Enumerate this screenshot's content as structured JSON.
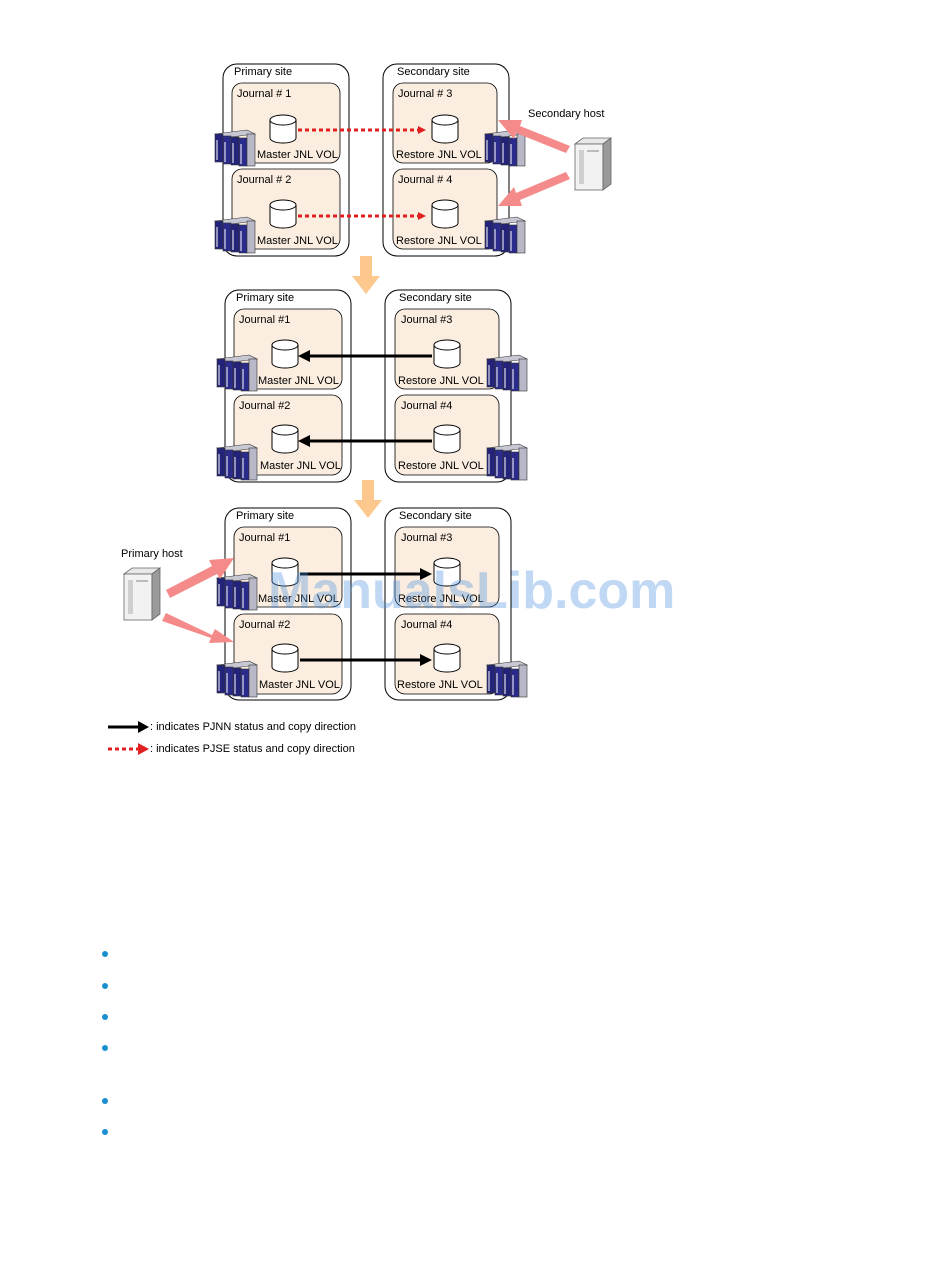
{
  "panels": [
    {
      "primary_site_label": "Primary site",
      "secondary_site_label": "Secondary site",
      "journals_primary": [
        {
          "name": "Journal # 1",
          "vol": "Master JNL VOL"
        },
        {
          "name": "Journal # 2",
          "vol": "Master JNL VOL"
        }
      ],
      "journals_secondary": [
        {
          "name": "Journal # 3",
          "vol": "Restore JNL VOL"
        },
        {
          "name": "Journal # 4",
          "vol": "Restore JNL VOL"
        }
      ],
      "host_label": "Secondary host"
    },
    {
      "primary_site_label": "Primary site",
      "secondary_site_label": "Secondary site",
      "journals_primary": [
        {
          "name": "Journal #1",
          "vol": "Master JNL VOL"
        },
        {
          "name": "Journal #2",
          "vol": "Master JNL VOL"
        }
      ],
      "journals_secondary": [
        {
          "name": "Journal #3",
          "vol": "Restore JNL VOL"
        },
        {
          "name": "Journal #4",
          "vol": "Restore JNL VOL"
        }
      ]
    },
    {
      "primary_site_label": "Primary site",
      "secondary_site_label": "Secondary site",
      "journals_primary": [
        {
          "name": "Journal #1",
          "vol": "Master JNL VOL"
        },
        {
          "name": "Journal #2",
          "vol": "Master JNL VOL"
        }
      ],
      "journals_secondary": [
        {
          "name": "Journal #3",
          "vol": "Restore JNL VOL"
        },
        {
          "name": "Journal #4",
          "vol": "Restore JNL VOL"
        }
      ],
      "host_label": "Primary host"
    }
  ],
  "legend": {
    "solid": ": indicates PJNN status and copy direction",
    "dashed": ": indicates PJSE status and copy direction"
  },
  "watermark": "ManualsLib.com",
  "colors": {
    "journal_fill": "#fbeee0",
    "pjnn_arrow": "#000000",
    "pjse_arrow": "#e02020",
    "host_arrow": "#f58a8a",
    "step_arrow": "#fcc88e",
    "bullet": "#1a8fd0"
  },
  "bullet_count": 6
}
